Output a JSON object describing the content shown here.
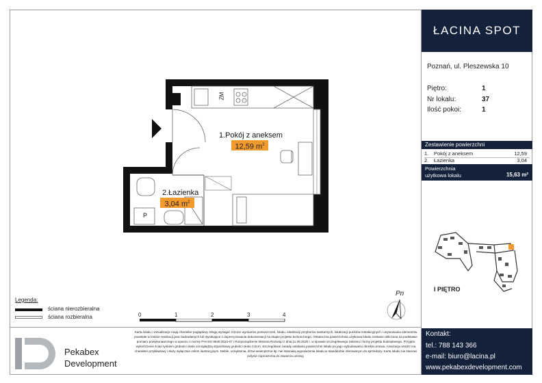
{
  "brand": {
    "name": "ŁACINA SPOT",
    "color": "#13223a",
    "accent": "#f39a2e"
  },
  "address": "Poznań, ul. Pleszewska 10",
  "unit_info": [
    {
      "label": "Piętro:",
      "value": "1"
    },
    {
      "label": "Nr lokalu:",
      "value": "37"
    },
    {
      "label": "Ilość pokoi:",
      "value": "1"
    }
  ],
  "areas_table": {
    "title": "Zestawienie powierzchni",
    "rows": [
      {
        "no": "1.",
        "name": "Pokój z aneksem",
        "area": "12,59"
      },
      {
        "no": "2.",
        "name": "Łazienka",
        "area": "3,04"
      }
    ],
    "total_label_1": "Powierzchnia",
    "total_label_2": "użytkowa lokalu",
    "total_value": "15,63 m²"
  },
  "floor_plan_label": "I PIĘTRO",
  "plan": {
    "room1_name": "1.Pokój z aneksem",
    "room1_area": "12,59 m",
    "room2_name": "2.Łazienka",
    "room2_area": "3,04 m",
    "area_sup": "2",
    "zm": "ZM",
    "p": "P"
  },
  "legend": {
    "title": "Legenda:",
    "items": [
      "ściana nierozbieralna",
      "ściana rozbieralna"
    ]
  },
  "scale": [
    "0",
    "1",
    "2",
    "3",
    "4"
  ],
  "north": "Pn",
  "contact": {
    "title": "Kontakt:",
    "tel": "tel.: 788 143 366",
    "email": "e-mail: biuro@lacina.pl",
    "www": "www.pekabexdevelopment.com"
  },
  "developer": {
    "line1": "Pekabex",
    "line2": "Development"
  },
  "disclaimer": "Karta lokalu i wizualizacje mają charakter poglądowy. Mogą wystąpić różnice wymiarów pomieszczeń, lokalu, lokalizacji przyborów sanitarnych, lokalizacji punktów instalacyjnych i usytuowania elementów powstałe w trakcie realizacji prac budowlanych lub wynikające z doprecyzowania dokumentacji na etapie projektu technicznego. Ostateczna powierzchnia użytkowa lokalu zostanie obliczona na podstawie pomiaru powykonawczego w oparciu o normę PN-ISO 9836:2022-07 i Rozporządzenie Ministra Rozwoju z dnia 11.09.2020 r. w sprawie szczegółowego zakresu i formy projektu budowlanego. Przyjęto wykończenie ścian tynkiem grubości około 2cm/gładzią szpachlową grubości około 0,5cm. Szczegółowe zasady ustalania powierzchni lokalu po jego wybudowaniu określa umowa. Aranżacja wnętrz ma charakter przykładowy i służy wyłącznie celom ilustracyjnym. Meble, urządzenia, drzwi wewnętrzne itp. nie stanowią wyposażenia lokalu w standardzie oferowanym do sprzedaży. Karta lokalu nie stanowi jedynie zaproszenia do zawarcia umowy."
}
